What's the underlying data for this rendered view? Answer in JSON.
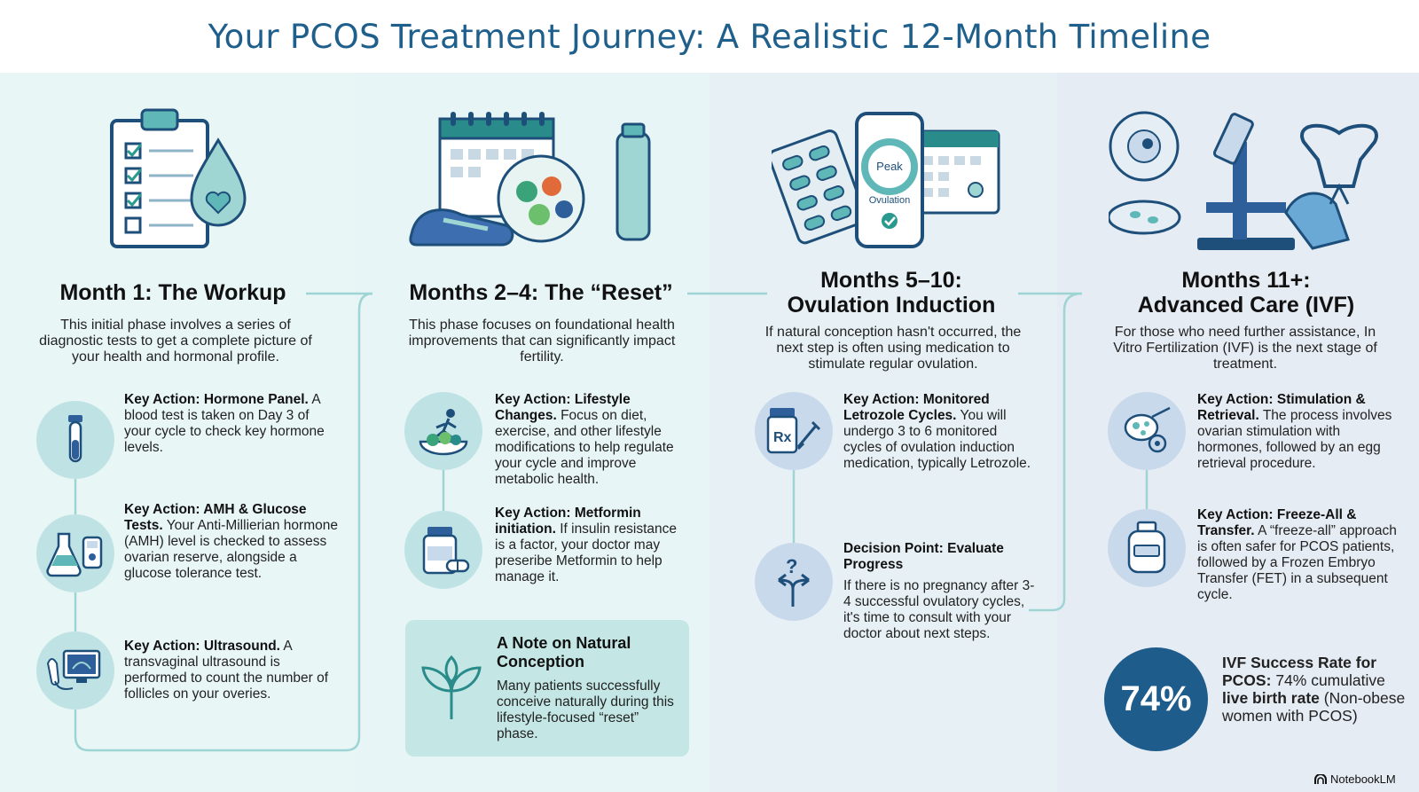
{
  "title": "Your PCOS Treatment Journey: A Realistic 12-Month Timeline",
  "stages": [
    {
      "title": "Month 1: The Workup",
      "intro": "This initial phase involves a series of diagnostic tests to get a complete picture of your health and hormonal profile.",
      "actions": [
        {
          "label": "Key Action: Hormone Panel.",
          "text": "A blood test is taken on Day 3 of your cycle to check key hormone levels.",
          "icon": "test-tube-icon"
        },
        {
          "label": "Key Action: AMH & Glucose Tests.",
          "text": "Your Anti-Millierian hormone (AMH) level is checked to assess ovarian reserve, alongside a glucose tolerance test.",
          "icon": "flask-glucometer-icon"
        },
        {
          "label": "Key Action: Ultrasound.",
          "text": "A transvaginal ultrasound is performed to count the number of follicles on your overies.",
          "icon": "ultrasound-icon"
        }
      ]
    },
    {
      "title": "Months 2–4: The “Reset”",
      "intro": "This phase focuses on foundational health improvements that can significantly impact fertility.",
      "actions": [
        {
          "label": "Key Action: Lifestyle Changes.",
          "text": "Focus on diet, exercise, and other lifestyle modifications to help regulate your cycle and improve metabolic health.",
          "icon": "lifestyle-icon"
        },
        {
          "label": "Key Action: Metformin initiation.",
          "text": "If insulin resistance is a factor, your doctor may preseribe Metformin to help manage it.",
          "icon": "pill-bottle-icon"
        }
      ],
      "note": {
        "title": "A Note on Natural Conception",
        "text": "Many patients successfully conceive naturally during this lifestyle-focused “reset” phase."
      }
    },
    {
      "title_line1": "Months 5–10:",
      "title_line2": "Ovulation Induction",
      "intro": "If natural conception hasn't occurred, the next step is often using medication to stimulate regular ovulation.",
      "actions": [
        {
          "label": "Key Action: Monitored Letrozole Cycles.",
          "text": "You will undergo 3 to 6 monitored cycles of ovulation induction medication, typically Letrozole.",
          "icon": "prescription-icon"
        },
        {
          "label": "Decision Point: Evaluate Progress",
          "text": "If there is no pregnancy after 3-4 successful ovulatory cycles, it's time to consult with your doctor about next steps.",
          "icon": "decision-arrows-icon"
        }
      ],
      "app": {
        "peak": "Peak",
        "ovulation": "Ovulation"
      }
    },
    {
      "title_line1": "Months 11+:",
      "title_line2": "Advanced Care (IVF)",
      "intro": "For those who need further assistance, In Vitro Fertilization (IVF) is the next stage of treatment.",
      "actions": [
        {
          "label": "Key Action: Stimulation & Retrieval.",
          "text": "The process involves ovarian stimulation with hormones, followed by an egg retrieval procedure.",
          "icon": "egg-retrieval-icon"
        },
        {
          "label": "Key Action: Freeze-All & Transfer.",
          "text": "A “freeze-all” approach is often safer for PCOS patients, followed by a Frozen Embryo Transfer (FET) in a subsequent cycle.",
          "icon": "cryo-tank-icon"
        }
      ],
      "stat": {
        "value": "74%",
        "label": "IVF Success Rate for PCOS:",
        "mid": "74% cumulative",
        "bold2": "live birth rate",
        "tail": "(Non-obese women with PCOS)"
      }
    }
  ],
  "brand": "NotebookLM",
  "colors": {
    "title": "#1f5f8b",
    "teal_circle": "#bfe3e4",
    "blue_circle": "#c9d9ec",
    "stat": "#1e5c8c",
    "line": "#9fd4d4"
  }
}
